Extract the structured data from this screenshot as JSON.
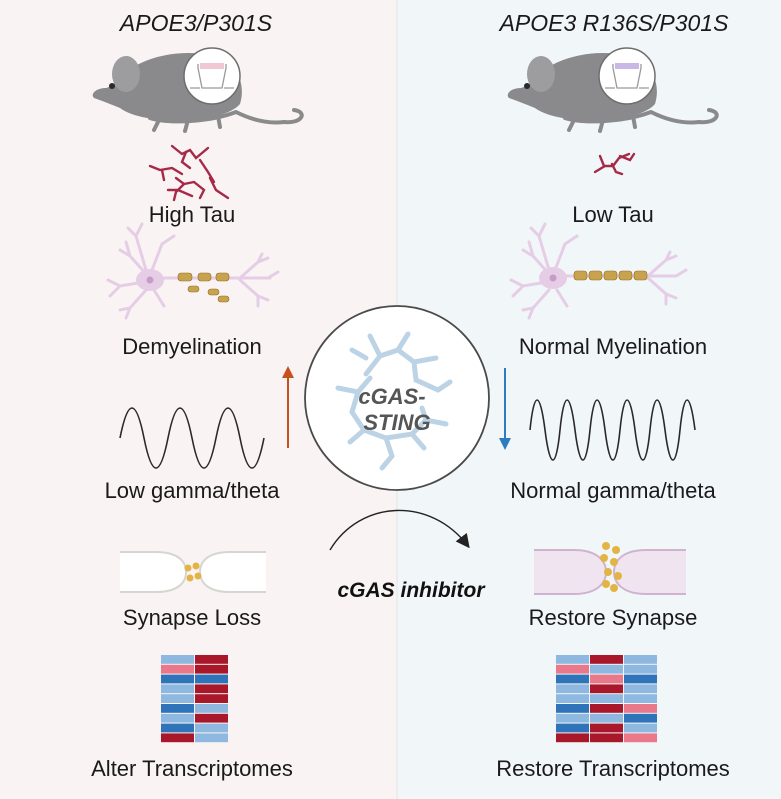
{
  "left": {
    "title": "APOE3/P301S",
    "labels": [
      "High Tau",
      "Demyelination",
      "Low gamma/theta",
      "Synapse Loss",
      "Alter Transcriptomes"
    ]
  },
  "right": {
    "title": "APOE3 R136S/P301S",
    "labels": [
      "Low Tau",
      "Normal Myelination",
      "Normal gamma/theta",
      "Restore Synapse",
      "Restore Transcriptomes"
    ]
  },
  "center": {
    "circle_line1": "cGAS-",
    "circle_line2": "STING",
    "inhibitor": "cGAS inhibitor"
  },
  "colors": {
    "left_bg": "#faf3f3",
    "right_bg": "#f1f6f9",
    "mouse": "#8a8a8c",
    "tau": "#a52a47",
    "neuron": "#e6cde6",
    "myelin": "#c9a24e",
    "up_arrow": "#c8501e",
    "down_arrow": "#2f7bbf",
    "microglia": "#bcd3e6"
  },
  "heatmap_left": {
    "columns": [
      [
        "#8fb8e0",
        "#e8788a",
        "#2f73b8",
        "#8fb8e0",
        "#8fb8e0",
        "#2f73b8",
        "#8fb8e0",
        "#2f73b8",
        "#a9182a"
      ],
      [
        "#a9182a",
        "#a9182a",
        "#2f73b8",
        "#a9182a",
        "#a9182a",
        "#8fb8e0",
        "#a9182a",
        "#8fb8e0",
        "#8fb8e0"
      ]
    ]
  },
  "heatmap_right": {
    "columns": [
      [
        "#8fb8e0",
        "#e8788a",
        "#2f73b8",
        "#8fb8e0",
        "#8fb8e0",
        "#2f73b8",
        "#8fb8e0",
        "#2f73b8",
        "#a9182a"
      ],
      [
        "#a9182a",
        "#8fb8e0",
        "#e8788a",
        "#a9182a",
        "#8fb8e0",
        "#a9182a",
        "#8fb8e0",
        "#a9182a",
        "#a9182a"
      ],
      [
        "#8fb8e0",
        "#8fb8e0",
        "#2f73b8",
        "#8fb8e0",
        "#8fb8e0",
        "#e8788a",
        "#2f73b8",
        "#8fb8e0",
        "#e8788a"
      ]
    ]
  }
}
